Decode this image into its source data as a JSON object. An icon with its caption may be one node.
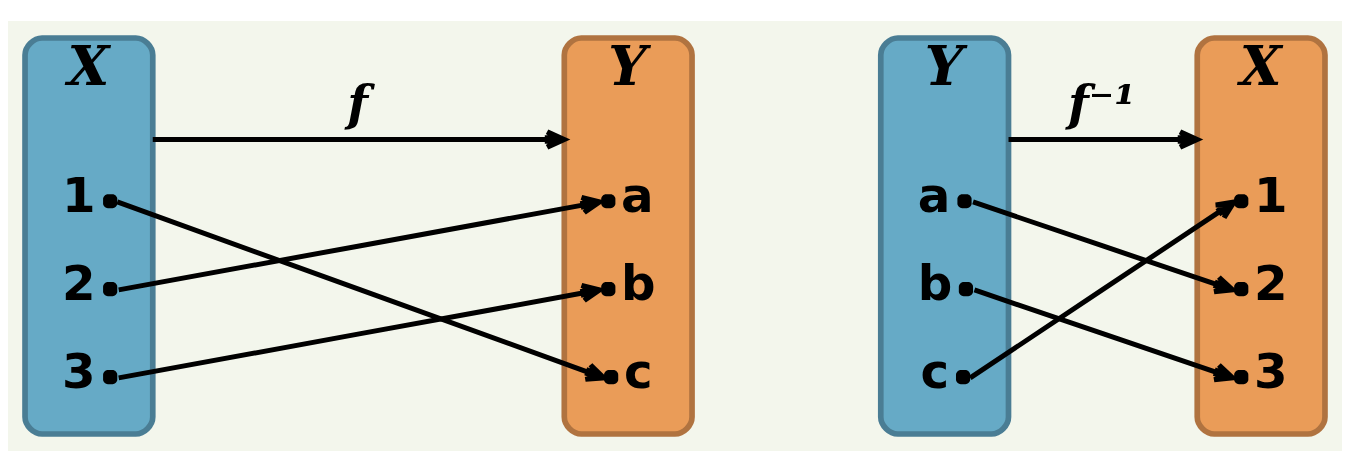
{
  "diagram": {
    "nodes": [
      {
        "text": [
          "X"
        ]
      },
      {
        "text": [
          "1"
        ],
        "in": 0
      },
      {
        "text": [
          "2"
        ],
        "in": 0
      },
      {
        "text": [
          "3"
        ],
        "in": 0
      },
      {
        "text": [
          "Y"
        ]
      },
      {
        "text": [
          "a"
        ],
        "in": 4
      },
      {
        "text": [
          "b"
        ],
        "in": 4
      },
      {
        "text": [
          "c"
        ],
        "in": 4
      },
      {
        "text": [
          "Y"
        ]
      },
      {
        "text": [
          "a"
        ],
        "in": 8
      },
      {
        "text": [
          "b"
        ],
        "in": 8
      },
      {
        "text": [
          "c"
        ],
        "in": 8
      },
      {
        "text": [
          "X"
        ]
      },
      {
        "text": [
          "1"
        ],
        "in": 12
      },
      {
        "text": [
          "2"
        ],
        "in": 12
      },
      {
        "text": [
          "3"
        ],
        "in": 12
      }
    ],
    "edges": [
      {
        "from": 0,
        "to": 4,
        "arrow": "to",
        "label": "f"
      },
      {
        "from": 1,
        "to": 7,
        "arrow": "to"
      },
      {
        "from": 2,
        "to": 5,
        "arrow": "to"
      },
      {
        "from": 3,
        "to": 6,
        "arrow": "to"
      },
      {
        "from": 8,
        "to": 12,
        "arrow": "to",
        "label": "f⁻¹"
      },
      {
        "from": 9,
        "to": 14,
        "arrow": "to"
      },
      {
        "from": 10,
        "to": 15,
        "arrow": "to"
      },
      {
        "from": 11,
        "to": 13,
        "arrow": "to"
      }
    ]
  }
}
